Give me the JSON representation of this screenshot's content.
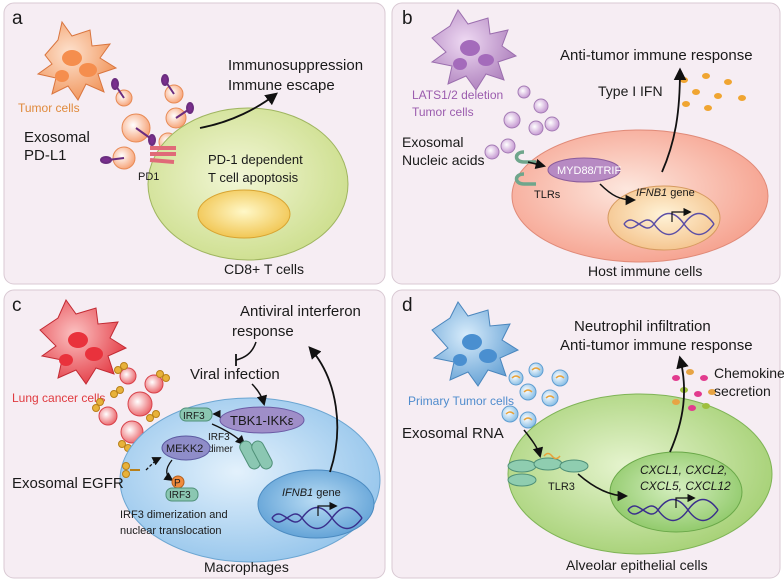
{
  "panels": {
    "a": {
      "letter": "a",
      "tumor_cells": "Tumor cells",
      "exosomal_line1": "Exosomal",
      "exosomal_line2": "PD-L1",
      "pd1": "PD1",
      "outcome_line1": "Immunosuppression",
      "outcome_line2": "Immune escape",
      "mechanism_line1": "PD-1 dependent",
      "mechanism_line2": "T cell apoptosis",
      "cell_label": "CD8+ T cells"
    },
    "b": {
      "letter": "b",
      "response": "Anti-tumor immune response",
      "ifn": "Type I IFN",
      "deletion_line1": "LATS1/2 deletion",
      "deletion_line2": "Tumor cells",
      "exosomal_line1": "Exosomal",
      "exosomal_line2": "Nucleic acids",
      "myd88": "MYD88/TRIF",
      "tlrs": "TLRs",
      "gene_name": "IFNB1",
      "gene_suffix": " gene",
      "cell_label": "Host immune cells"
    },
    "c": {
      "letter": "c",
      "antiviral_line1": "Antiviral interferon",
      "antiviral_line2": "response",
      "viral": "Viral infection",
      "lung": "Lung cancer cells",
      "tbk1": "TBK1-IKKε",
      "irf3": "IRF3",
      "irf3_dimer_line1": "IRF3",
      "irf3_dimer_line2": "dimer",
      "mekk2": "MEKK2",
      "p": "P",
      "irf3_bottom": "IRF3",
      "exo_egfr": "Exosomal EGFR",
      "dimerization_line1": "IRF3 dimerization and",
      "dimerization_line2": "nuclear translocation",
      "gene_name": "IFNB1",
      "gene_suffix": " gene",
      "cell_label": "Macrophages"
    },
    "d": {
      "letter": "d",
      "neutrophil": "Neutrophil infiltration",
      "response": "Anti-tumor immune response",
      "chemokine_line1": "Chemokine",
      "chemokine_line2": "secretion",
      "primary": "Primary Tumor cells",
      "exo_rna": "Exosomal RNA",
      "tlr3": "TLR3",
      "genes_line1": "CXCL1, CXCL2,",
      "genes_line2": "CXCL5, CXCL12",
      "cell_label": "Alveolar epithelial cells"
    }
  },
  "colors": {
    "panel_bg": "#f6edf3",
    "tumor_orange": "#f3a36b",
    "tumor_purple": "#b98fc6",
    "tumor_red": "#e8474f",
    "tumor_blue": "#6aa9dc",
    "tcell_green": "#d9e6a4",
    "host_pink": "#f8b59a",
    "macro_blue": "#a9d0ef",
    "alveolar_green": "#b5d98a"
  }
}
